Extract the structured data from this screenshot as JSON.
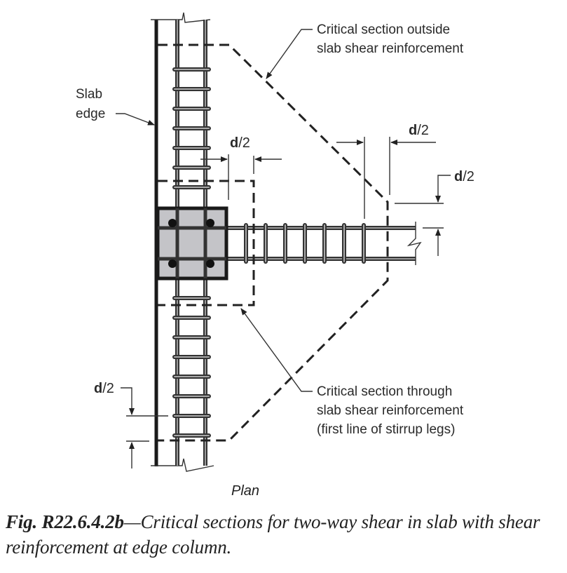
{
  "figure": {
    "view_label": "Plan",
    "labels": {
      "slab_edge": [
        "Slab",
        "edge"
      ],
      "critical_outside": [
        "Critical section outside",
        "slab shear reinforcement"
      ],
      "critical_through": [
        "Critical section through",
        "slab shear reinforcement",
        "(first line of stirrup legs)"
      ]
    },
    "dimensions": {
      "d_half_bold": "d",
      "d_half_rest": "/2"
    },
    "colors": {
      "column_fill": "#c4c4c8",
      "line": "#222222"
    }
  },
  "caption": {
    "number": "Fig. R22.6.4.2b",
    "text": "—Critical sections for two-way shear in slab with shear reinforcement at edge column."
  }
}
